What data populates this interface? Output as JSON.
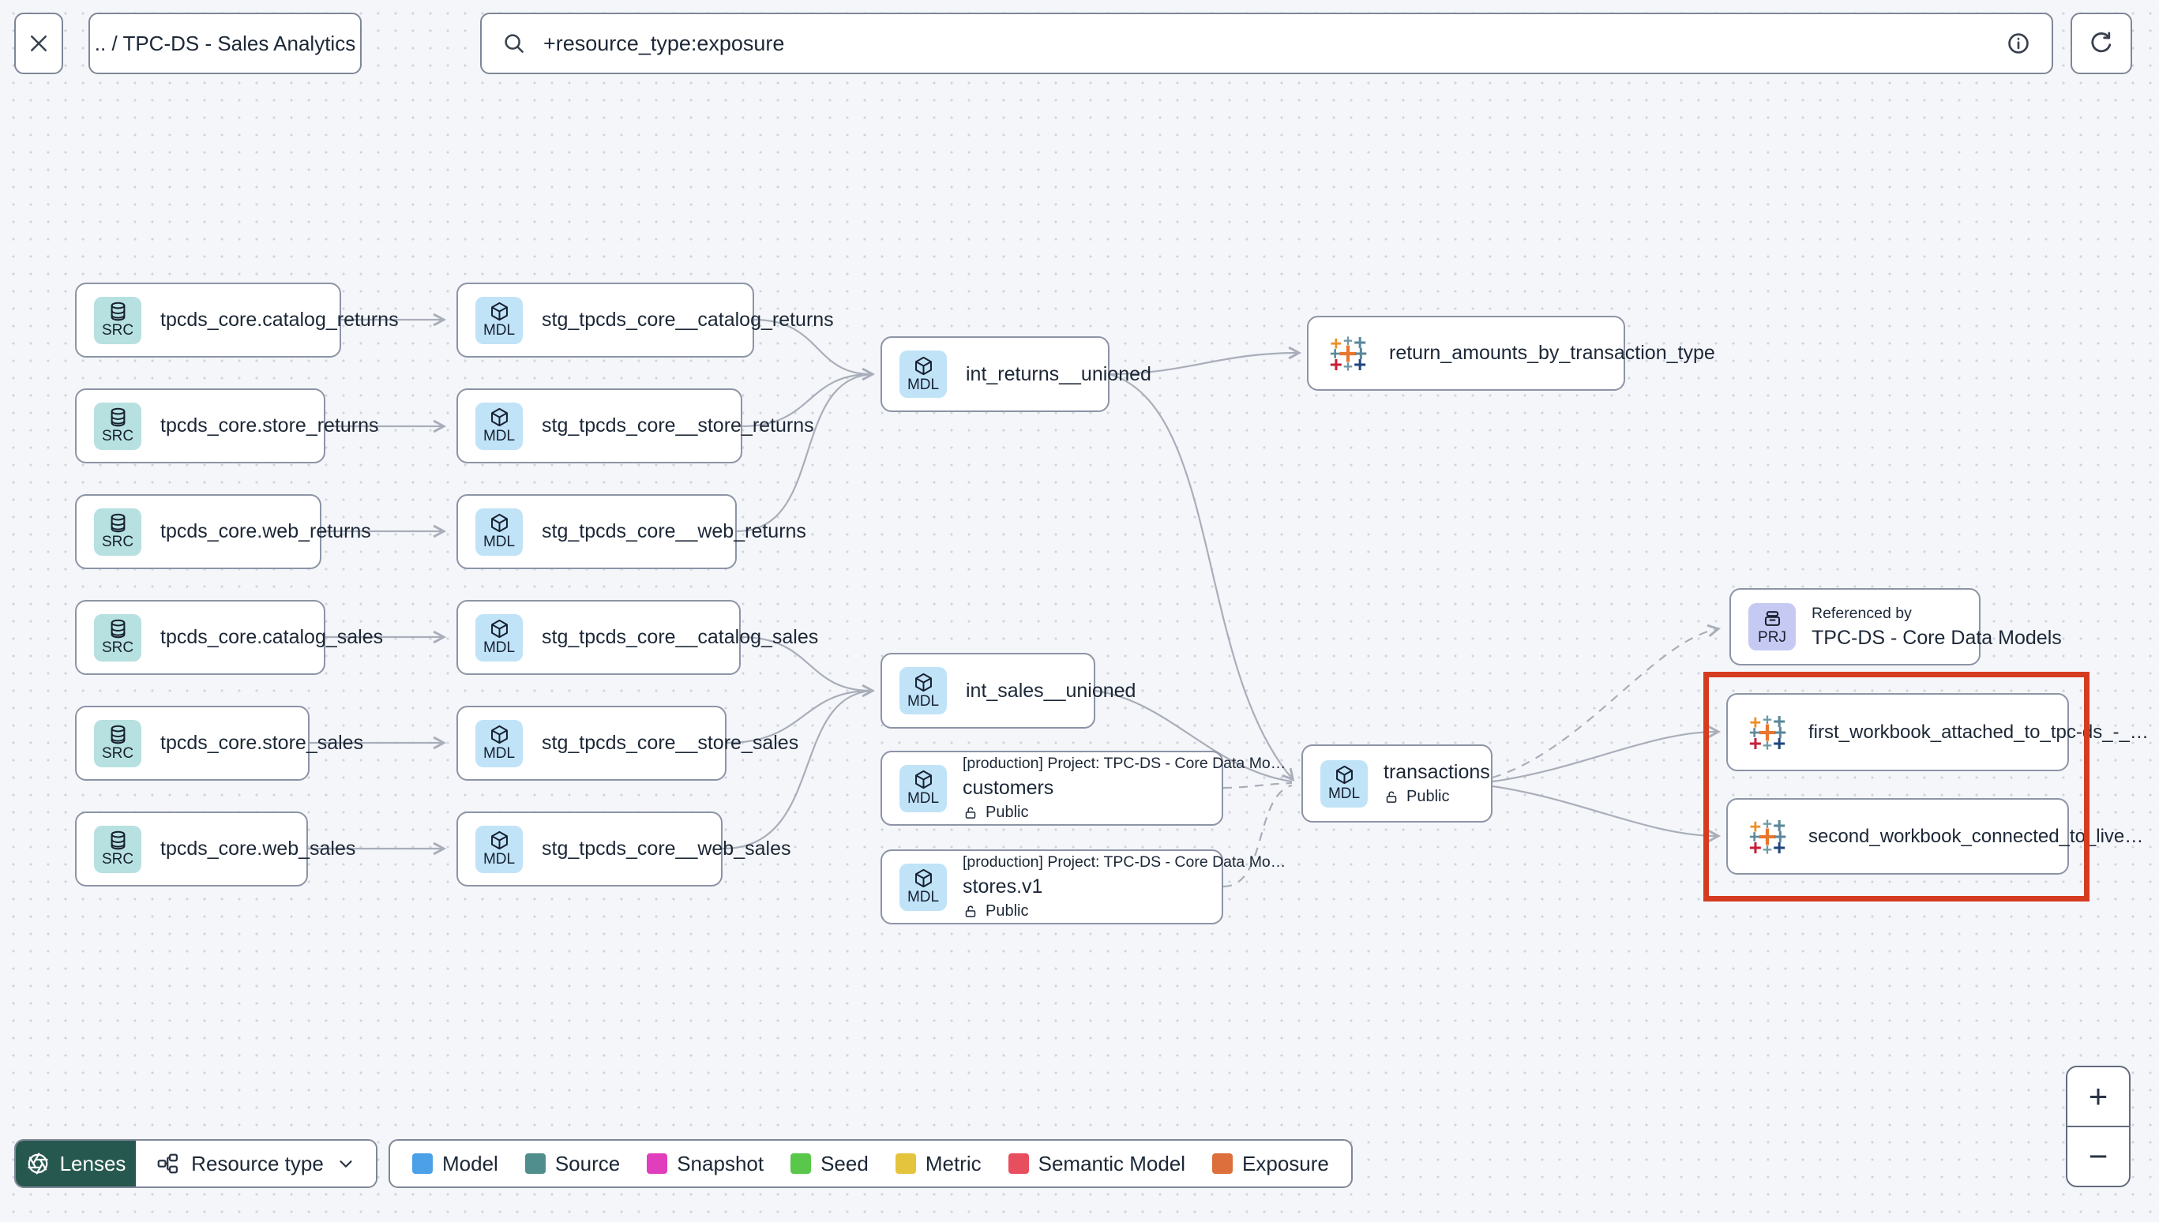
{
  "header": {
    "breadcrumb": ".. / TPC-DS - Sales Analytics",
    "search_value": "+resource_type:exposure"
  },
  "graph": {
    "sources": [
      {
        "badge": "SRC",
        "label": "tpcds_core.catalog_returns"
      },
      {
        "badge": "SRC",
        "label": "tpcds_core.store_returns"
      },
      {
        "badge": "SRC",
        "label": "tpcds_core.web_returns"
      },
      {
        "badge": "SRC",
        "label": "tpcds_core.catalog_sales"
      },
      {
        "badge": "SRC",
        "label": "tpcds_core.store_sales"
      },
      {
        "badge": "SRC",
        "label": "tpcds_core.web_sales"
      }
    ],
    "staging": [
      {
        "badge": "MDL",
        "label": "stg_tpcds_core__catalog_returns"
      },
      {
        "badge": "MDL",
        "label": "stg_tpcds_core__store_returns"
      },
      {
        "badge": "MDL",
        "label": "stg_tpcds_core__web_returns"
      },
      {
        "badge": "MDL",
        "label": "stg_tpcds_core__catalog_sales"
      },
      {
        "badge": "MDL",
        "label": "stg_tpcds_core__store_sales"
      },
      {
        "badge": "MDL",
        "label": "stg_tpcds_core__web_sales"
      }
    ],
    "intermediates": [
      {
        "badge": "MDL",
        "label": "int_returns__unioned"
      },
      {
        "badge": "MDL",
        "label": "int_sales__unioned"
      }
    ],
    "cross": [
      {
        "badge": "MDL",
        "project_line": "[production] Project: TPC-DS - Core Data Mo…",
        "label": "customers",
        "access": "Public"
      },
      {
        "badge": "MDL",
        "project_line": "[production] Project: TPC-DS - Core Data Mo…",
        "label": "stores.v1",
        "access": "Public"
      }
    ],
    "transactions": {
      "badge": "MDL",
      "label": "transactions",
      "access": "Public"
    },
    "exposures": [
      {
        "label": "return_amounts_by_transaction_type"
      },
      {
        "label": "first_workbook_attached_to_tpc-ds_-_…"
      },
      {
        "label": "second_workbook_connected_to_live…"
      }
    ],
    "referenced_by": {
      "badge": "PRJ",
      "title": "Referenced by",
      "label": "TPC-DS - Core Data Models"
    }
  },
  "footer": {
    "lenses_label": "Lenses",
    "resource_type_label": "Resource type",
    "legend": [
      {
        "label": "Model",
        "color": "#4ba0e8"
      },
      {
        "label": "Source",
        "color": "#4f8e8c"
      },
      {
        "label": "Snapshot",
        "color": "#e03ebc"
      },
      {
        "label": "Seed",
        "color": "#59c74a"
      },
      {
        "label": "Metric",
        "color": "#e5c43d"
      },
      {
        "label": "Semantic Model",
        "color": "#e84f5e"
      },
      {
        "label": "Exposure",
        "color": "#dd6f3c"
      }
    ]
  },
  "zoom_controls": {
    "zoom_in": "+",
    "zoom_out": "−"
  }
}
